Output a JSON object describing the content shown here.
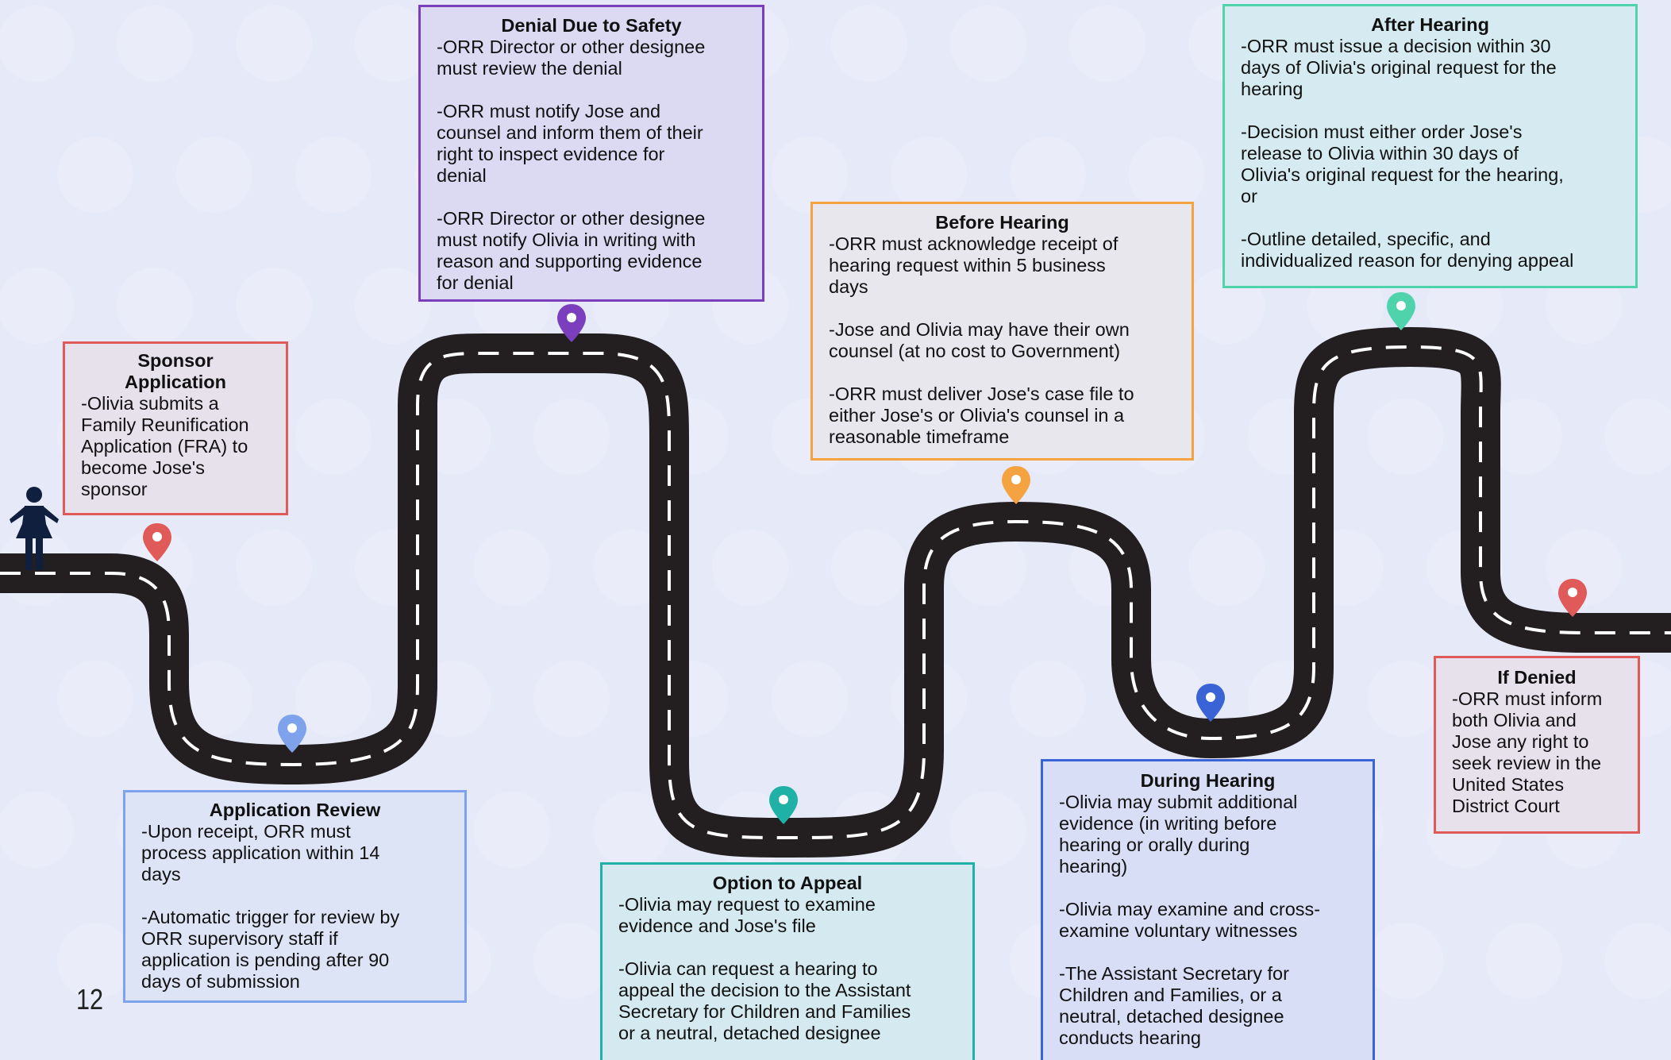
{
  "page_number": "12",
  "colors": {
    "background": "#e6e9f8",
    "road": "#231f20",
    "road_dash": "#ffffff",
    "person": "#0f1f3d"
  },
  "steps": [
    {
      "id": "sponsor-application",
      "title": "Sponsor Application",
      "title_lines": [
        "Sponsor",
        "Application"
      ],
      "color": "#e05a5a",
      "fill": "#e7e1ec",
      "lines": [
        "-Olivia submits a",
        "Family Reunification",
        "Application (FRA) to",
        "become Jose's",
        "sponsor"
      ],
      "gaps": []
    },
    {
      "id": "application-review",
      "title": "Application Review",
      "title_lines": [
        "Application Review"
      ],
      "color": "#7fa2ec",
      "fill": "#dde4f6",
      "lines": [
        "-Upon receipt, ORR must",
        "process application within 14",
        "days",
        "-Automatic trigger for review by",
        "ORR supervisory staff if",
        "application is pending after 90",
        "days of submission"
      ],
      "gaps": [
        3
      ]
    },
    {
      "id": "denial-due-to-safety",
      "title": "Denial Due to Safety",
      "title_lines": [
        "Denial Due to Safety"
      ],
      "color": "#7b3fbe",
      "fill": "#dcdaf3",
      "lines": [
        "-ORR Director or other designee",
        "must review the denial",
        "-ORR must notify Jose and",
        "counsel and inform them of their",
        "right to inspect evidence for",
        "denial",
        "-ORR Director or other designee",
        "must notify Olivia in writing with",
        "reason and supporting evidence",
        "for denial"
      ],
      "gaps": [
        2,
        6
      ]
    },
    {
      "id": "option-to-appeal",
      "title": "Option to Appeal",
      "title_lines": [
        "Option to Appeal"
      ],
      "color": "#1fb0a6",
      "fill": "#d5e9f0",
      "lines": [
        "-Olivia may request to examine",
        "evidence and Jose's file",
        "-Olivia can request a hearing to",
        "appeal the decision to the Assistant",
        "Secretary for Children and Families",
        "or a neutral, detached designee"
      ],
      "gaps": [
        2
      ]
    },
    {
      "id": "before-hearing",
      "title": "Before Hearing",
      "title_lines": [
        "Before Hearing"
      ],
      "color": "#f5a340",
      "fill": "#e8e7ee",
      "lines": [
        "-ORR must acknowledge receipt of",
        "hearing request within 5 business",
        "days",
        "-Jose and Olivia may have their own",
        "counsel (at no cost to Government)",
        "-ORR must deliver Jose's case file to",
        "either Jose's or Olivia's counsel in a",
        "reasonable timeframe"
      ],
      "gaps": [
        3,
        5
      ]
    },
    {
      "id": "during-hearing",
      "title": "During Hearing",
      "title_lines": [
        "During Hearing"
      ],
      "color": "#3a63d6",
      "fill": "#d7def5",
      "lines": [
        "-Olivia may submit additional",
        "evidence (in writing before",
        "hearing or orally during",
        "hearing)",
        "-Olivia may examine and cross-",
        "examine voluntary witnesses",
        "-The Assistant Secretary for",
        "Children and Families, or a",
        "neutral, detached designee",
        "conducts hearing"
      ],
      "gaps": [
        4,
        6
      ]
    },
    {
      "id": "after-hearing",
      "title": "After Hearing",
      "title_lines": [
        "After Hearing"
      ],
      "color": "#4fd3ab",
      "fill": "#d6ebf1",
      "lines": [
        "-ORR must issue a decision within 30",
        "days of Olivia's original request for the",
        "hearing",
        "-Decision must either order Jose's",
        "release to Olivia within 30 days of",
        "Olivia's original request for the hearing,",
        "or",
        "-Outline detailed, specific, and",
        "individualized reason for denying appeal"
      ],
      "gaps": [
        3,
        7
      ]
    },
    {
      "id": "if-denied",
      "title": "If Denied",
      "title_lines": [
        "If Denied"
      ],
      "color": "#e05a5a",
      "fill": "#e7e1ec",
      "lines": [
        "-ORR must inform",
        "both Olivia and",
        "Jose any right to",
        "seek review in the",
        "United States",
        "District Court"
      ],
      "gaps": []
    }
  ],
  "pins": [
    {
      "name": "pin-sponsor-application",
      "color": "#e05a5a"
    },
    {
      "name": "pin-application-review",
      "color": "#7fa2ec"
    },
    {
      "name": "pin-denial-due-to-safety",
      "color": "#7b3fbe"
    },
    {
      "name": "pin-option-to-appeal",
      "color": "#1fb0a6"
    },
    {
      "name": "pin-before-hearing",
      "color": "#f5a340"
    },
    {
      "name": "pin-during-hearing",
      "color": "#3a63d6"
    },
    {
      "name": "pin-after-hearing",
      "color": "#4fd3ab"
    },
    {
      "name": "pin-if-denied",
      "color": "#e05a5a"
    }
  ]
}
